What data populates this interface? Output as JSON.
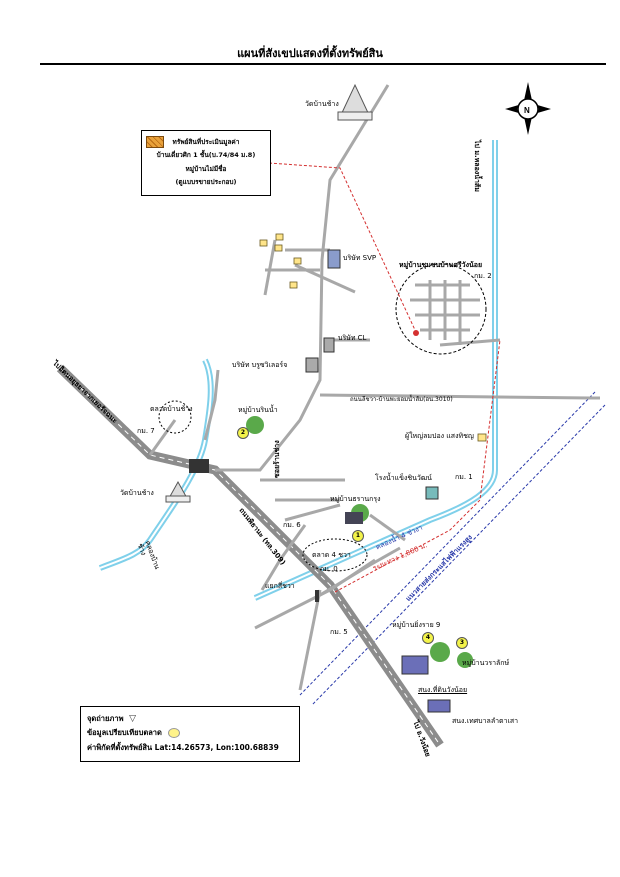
{
  "title": "แผนที่สังเขปแสดงที่ตั้งทรัพย์สิน",
  "legend_top": {
    "line1": "ทรัพย์สินที่ประเมินมูลค่า",
    "line2": "บ้านเดี่ยวศิก 1 ชั้น(บ.74/84 ม.8)",
    "line3": "หมู่บ้านไม่มีชื่อ",
    "line4": "(ตูแบบรขายประกอบ)"
  },
  "legend_bottom": {
    "photo": "จุดถ่ายภาพ",
    "compare": "ข้อมูลเปรียบเทียบตลาด",
    "coords": "ค่าพิกัดที่ตั้งทรัพย์สิน Lat:14.26573, Lon:100.68839"
  },
  "labels": {
    "wat_ban_chang": "วัดบ้านช้าง",
    "direction_north": "ไป ม.หลองน้ำส้ม",
    "company_svp": "บริษัท SVP",
    "village_sri": "หมู่บ้านชุมชนบ้านศรีวังน้อย",
    "km2": "กม. 2",
    "company_cl": "บริษัท CL",
    "company_burs": "บริษัท บรูซวิเลอร์จ",
    "road_road": "ถนนลีชวา-บ้านพะยอมน้ำส้ม(อน.3010)",
    "to_ayutthaya": "ไปอิตนอยุธยาจากเยอรัจฉนะ",
    "talad_ban_chang": "ตลาดบ้านช้าง",
    "km7": "กม. 7",
    "village_tin": "หมู่บ้านรินน้ำ",
    "soi_road": "ซอยร้านช่าง",
    "puyai": "ผู้ใหญ่ลมปอง  แสงทิชญ",
    "km1": "กม. 1",
    "factory": "โรงน้ำแข็งชินวัฒน์",
    "wat_ban_chang2": "วัดบ้านช้าง",
    "village_krung": "หมู่บ้านธรานกรุง",
    "canal": "คลองบ้าน\nช้าง",
    "main_road": "ถนนพิธานะ  (ทล.309)",
    "km6": "กม. 6",
    "railway_text": "คลองน้ำ 4 ช่วงา",
    "railway_text2": "ระยะทาง 1,800 ม.",
    "talad4": "ตลาด 4 ชวา",
    "km0": "กม. 0",
    "intersection": "แยกสี่ชวา",
    "powerline": "แนวสายส่งกระแสไฟฟ้าแรงสูง",
    "km5": "กม. 5",
    "village_yang": "หมู่บ้านยิ่งราย 9",
    "village_wara": "หมู่บ้านวราลักษ์",
    "police": "สนง.ที่ดินวังน้อย",
    "municipal": "สนง.เทศบาลลำตาเสา",
    "to_wangnoi": "ไป อ.วังน้อย",
    "n1": "1",
    "n2": "2",
    "n3": "3",
    "n4": "4"
  },
  "colors": {
    "road_gray": "#a8a8a8",
    "road_dark": "#8c8c8c",
    "canal_blue": "#7fd0ea",
    "route_red": "#d43030",
    "powerline_blue": "#2a3aaa",
    "marker_yellow": "#f3f34a",
    "property_orange": "#e9a23b"
  }
}
